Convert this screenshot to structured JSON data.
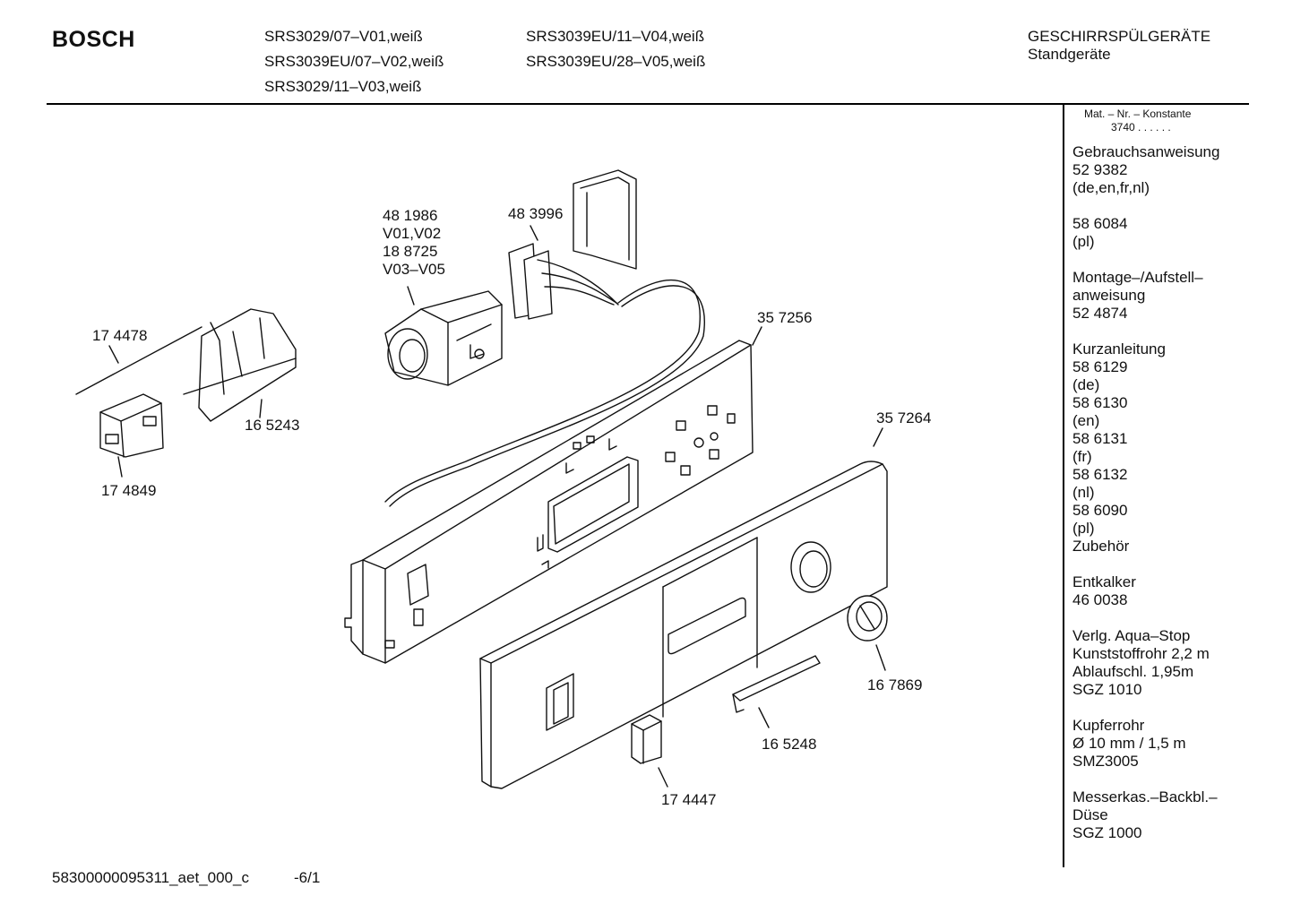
{
  "header": {
    "brand": "BOSCH",
    "models_col1": [
      "SRS3029/07–V01,weiß",
      "SRS3039EU/07–V02,weiß",
      "SRS3029/11–V03,weiß"
    ],
    "models_col2": [
      "SRS3039EU/11–V04,weiß",
      "SRS3039EU/28–V05,weiß"
    ],
    "category": "GESCHIRRSPÜLGERÄTE",
    "subcategory": "Standgeräte"
  },
  "sidebar": {
    "mat_label": "Mat. – Nr. – Konstante",
    "mat_value": "3740  .  .  .  .  .  .",
    "groups": [
      [
        "Gebrauchsanweisung",
        "52 9382",
        "(de,en,fr,nl)"
      ],
      [
        "58 6084",
        "(pl)"
      ],
      [
        "Montage–/Aufstell–",
        "anweisung",
        "52 4874"
      ],
      [
        "Kurzanleitung",
        "58 6129",
        "(de)",
        "58 6130",
        "(en)",
        "58 6131",
        "(fr)",
        "58 6132",
        "(nl)",
        "58 6090",
        "(pl)",
        "Zubehör"
      ],
      [
        "Entkalker",
        "46 0038"
      ],
      [
        "Verlg. Aqua–Stop",
        "Kunststoffrohr 2,2 m",
        "Ablaufschl. 1,95m",
        "SGZ 1010"
      ],
      [
        "Kupferrohr",
        "Ø 10 mm / 1,5 m",
        "SMZ3005"
      ],
      [
        "Messerkas.–Backbl.–",
        "Düse",
        "SGZ 1000"
      ]
    ]
  },
  "callouts": {
    "c481986": [
      "48 1986",
      "V01,V02",
      "18 8725",
      "V03–V05"
    ],
    "c483996": "48 3996",
    "c174478": "17 4478",
    "c165243": "16 5243",
    "c174849": "17 4849",
    "c357256": "35 7256",
    "c357264": "35 7264",
    "c167869": "16 7869",
    "c165248": "16 5248",
    "c174447": "17 4447"
  },
  "footer": {
    "doc_id": "58300000095311_aet_000_c",
    "page": "-6/1"
  }
}
